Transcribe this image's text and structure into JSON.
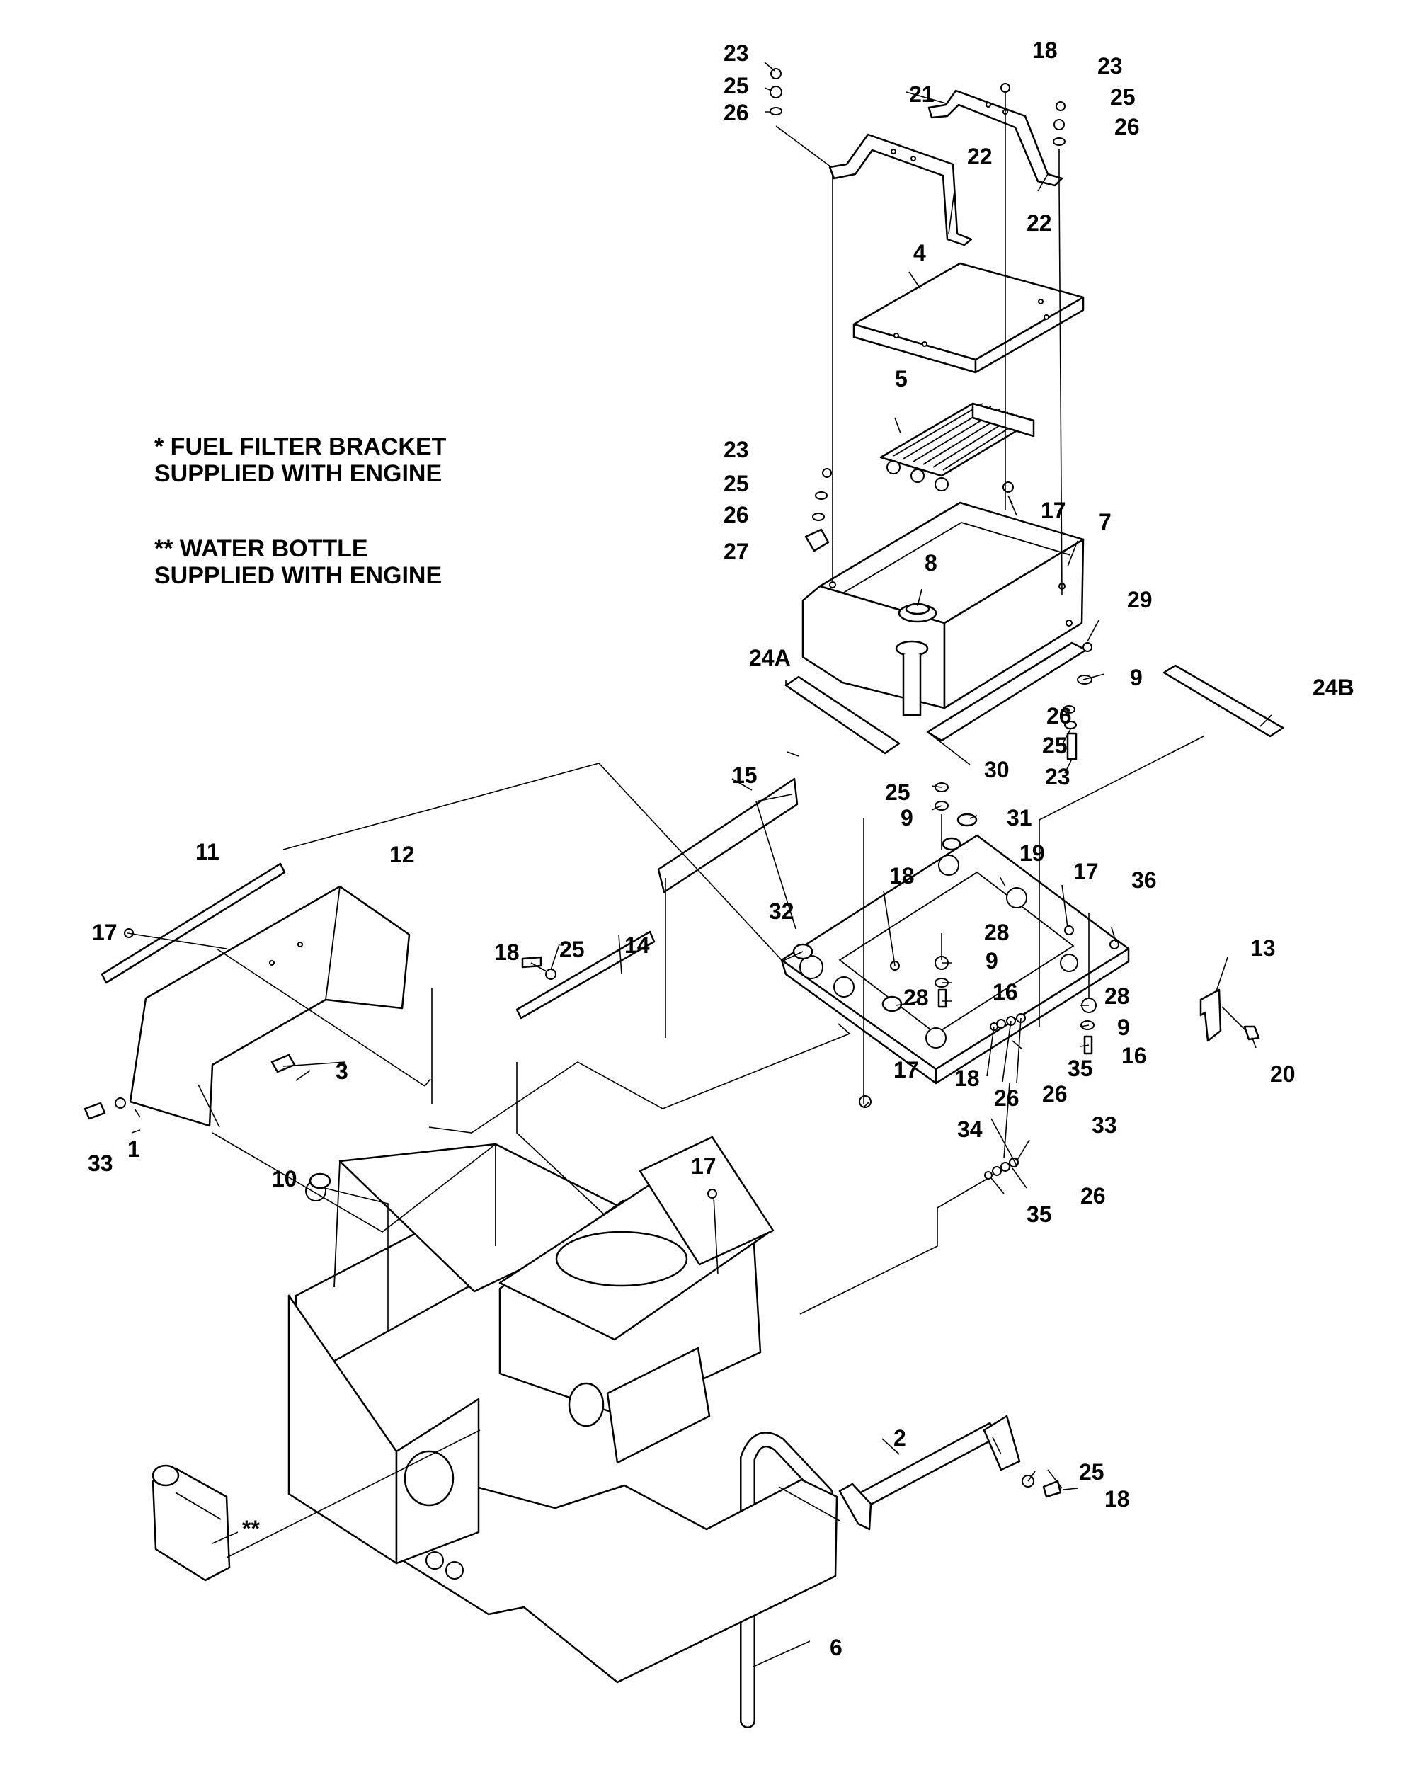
{
  "notes": [
    {
      "id": "fuel-filter-note",
      "lines": [
        "* FUEL FILTER BRACKET",
        "SUPPLIED WITH ENGINE"
      ]
    },
    {
      "id": "water-bottle-note",
      "lines": [
        "** WATER BOTTLE",
        "SUPPLIED WITH ENGINE"
      ]
    }
  ],
  "callouts": [
    {
      "label": "23"
    },
    {
      "label": "25"
    },
    {
      "label": "26"
    },
    {
      "label": "18"
    },
    {
      "label": "21"
    },
    {
      "label": "23"
    },
    {
      "label": "25"
    },
    {
      "label": "26"
    },
    {
      "label": "22"
    },
    {
      "label": "22"
    },
    {
      "label": "4"
    },
    {
      "label": "5"
    },
    {
      "label": "23"
    },
    {
      "label": "25"
    },
    {
      "label": "26"
    },
    {
      "label": "27"
    },
    {
      "label": "17"
    },
    {
      "label": "7"
    },
    {
      "label": "8"
    },
    {
      "label": "29"
    },
    {
      "label": "9"
    },
    {
      "label": "24A"
    },
    {
      "label": "24B"
    },
    {
      "label": "26"
    },
    {
      "label": "25"
    },
    {
      "label": "23"
    },
    {
      "label": "30"
    },
    {
      "label": "15"
    },
    {
      "label": "25"
    },
    {
      "label": "9"
    },
    {
      "label": "31"
    },
    {
      "label": "19"
    },
    {
      "label": "11"
    },
    {
      "label": "12"
    },
    {
      "label": "18"
    },
    {
      "label": "17"
    },
    {
      "label": "36"
    },
    {
      "label": "32"
    },
    {
      "label": "17"
    },
    {
      "label": "18"
    },
    {
      "label": "25"
    },
    {
      "label": "14"
    },
    {
      "label": "28"
    },
    {
      "label": "9"
    },
    {
      "label": "16"
    },
    {
      "label": "13"
    },
    {
      "label": "28"
    },
    {
      "label": "28"
    },
    {
      "label": "9"
    },
    {
      "label": "16"
    },
    {
      "label": "3"
    },
    {
      "label": "18"
    },
    {
      "label": "35"
    },
    {
      "label": "26"
    },
    {
      "label": "26"
    },
    {
      "label": "20"
    },
    {
      "label": "17"
    },
    {
      "label": "33"
    },
    {
      "label": "1"
    },
    {
      "label": "34"
    },
    {
      "label": "33"
    },
    {
      "label": "26"
    },
    {
      "label": "35"
    },
    {
      "label": "17"
    },
    {
      "label": "10"
    },
    {
      "label": "2"
    },
    {
      "label": "25"
    },
    {
      "label": "18"
    },
    {
      "label": "**"
    },
    {
      "label": "6"
    }
  ]
}
